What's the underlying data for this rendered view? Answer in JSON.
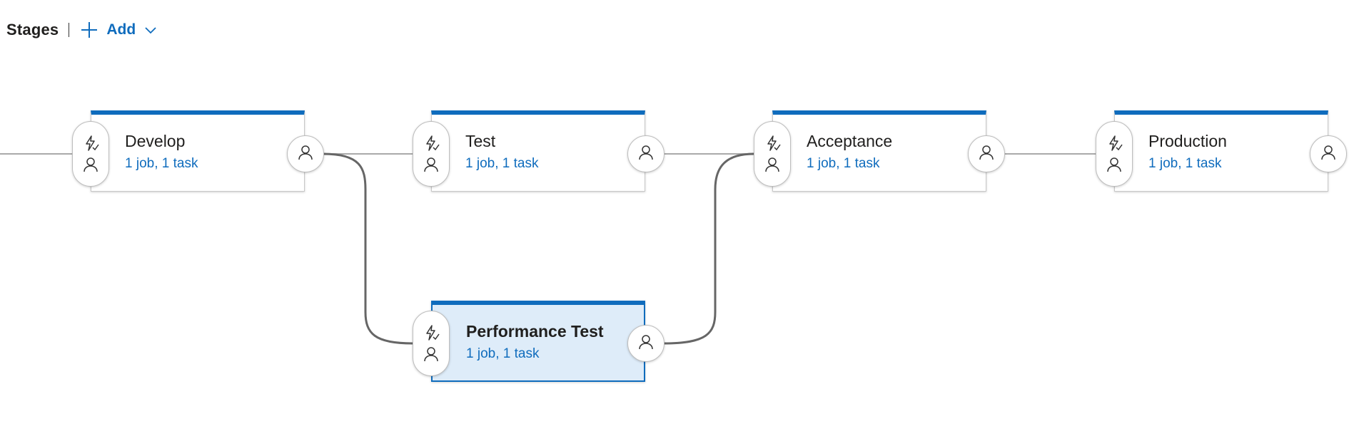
{
  "header": {
    "title": "Stages",
    "add_label": "Add",
    "add_icon": "plus-icon",
    "dropdown_icon": "chevron-down-icon"
  },
  "colors": {
    "accent": "#0f6cbd",
    "selected_background": "#deecf9",
    "connector": "#666666"
  },
  "stages": [
    {
      "name": "Develop",
      "summary": "1 job, 1 task",
      "selected": false
    },
    {
      "name": "Test",
      "summary": "1 job, 1 task",
      "selected": false
    },
    {
      "name": "Acceptance",
      "summary": "1 job, 1 task",
      "selected": false
    },
    {
      "name": "Production",
      "summary": "1 job, 1 task",
      "selected": false
    },
    {
      "name": "Performance Test",
      "summary": "1 job, 1 task",
      "selected": true
    }
  ],
  "icons": {
    "trigger": "lightning-icon",
    "pre_approver": "person-icon",
    "post_approver": "person-icon"
  }
}
